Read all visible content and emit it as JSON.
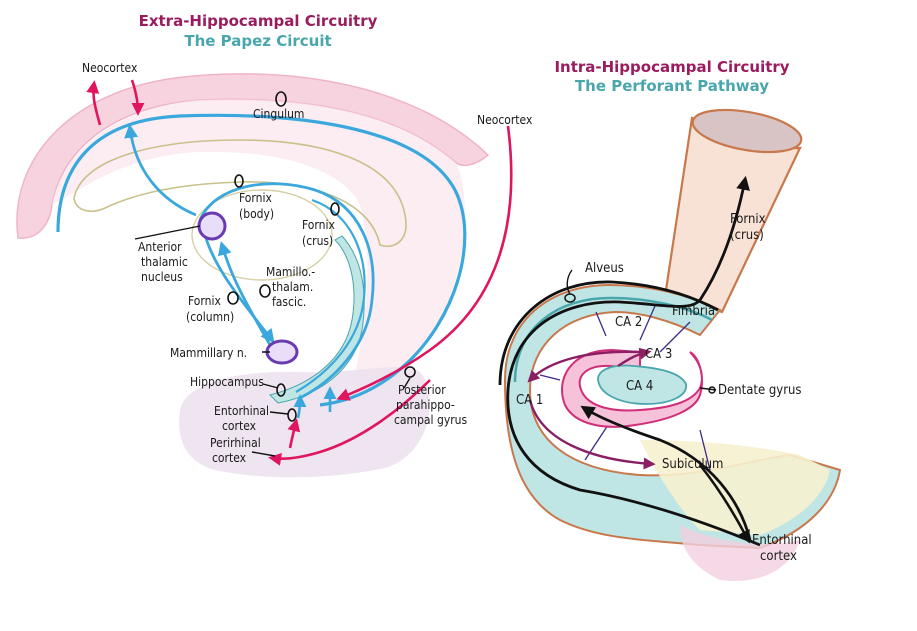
{
  "left_title": {
    "line1": "Extra-Hippocampal Circuitry",
    "line2": "The Papez Circuit"
  },
  "right_title": {
    "line1": "Intra-Hippocampal Circuitry",
    "line2": "The Perforant Pathway"
  },
  "papez_labels": {
    "neocortex_left": "Neocortex",
    "cingulum": "Cingulum",
    "neocortex_right": "Neocortex",
    "fornix_body": [
      "Fornix",
      "(body)"
    ],
    "fornix_crus": [
      "Fornix",
      "(crus)"
    ],
    "anterior_thalamic_nucleus": [
      "Anterior",
      "thalamic",
      "nucleus"
    ],
    "mamillothalamic_fasciculus": [
      "Mamillo.-",
      "thalam.",
      "fascic."
    ],
    "fornix_column": [
      "Fornix",
      "(column)"
    ],
    "mammillary_nucleus": "Mammillary n.",
    "hippocampus": "Hippocampus",
    "entorhinal_cortex": [
      "Entorhinal",
      "cortex"
    ],
    "perirhinal_cortex": [
      "Perirhinal",
      "cortex"
    ],
    "posterior_parahippocampal_gyrus": [
      "Posterior",
      "parahippo-",
      "campal gyrus"
    ]
  },
  "perforant_labels": {
    "alveus": "Alveus",
    "fornix_crus": [
      "Fornix",
      "(crus)"
    ],
    "fimbria": "Fimbria",
    "ca2": "CA 2",
    "ca3": "CA 3",
    "ca4": "CA 4",
    "ca1": "CA 1",
    "dentate_gyrus": "Dentate gyrus",
    "subiculum": "Subiculum",
    "entorhinal_cortex": [
      "Entorhinal",
      "cortex"
    ]
  },
  "colors": {
    "title_maroon": "#9b1c5e",
    "title_teal": "#49a6ad",
    "pathway_blue": "#3aa8dc",
    "input_magenta": "#e0155f",
    "thalamus_purple": "#6a3ab0",
    "cingulate_pink": "#f3c9d8",
    "hippocampus_teal": "#bfe6e4",
    "dentate_pink": "#f5c2da",
    "fornix_tan": "#f8e2d5"
  }
}
